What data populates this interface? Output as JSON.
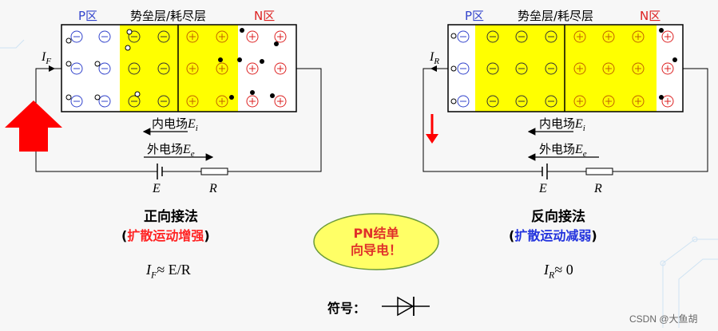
{
  "left": {
    "p_region": "P区",
    "depletion": "势垒层/耗尽层",
    "n_region": "N区",
    "current_label": "I",
    "current_sub": "F",
    "inner_field": "内电场",
    "inner_sym": "E",
    "inner_sub": "i",
    "outer_field": "外电场",
    "outer_sym": "E",
    "outer_sub": "e",
    "battery": "E",
    "resistor": "R",
    "mode": "正向接法",
    "desc_open": "(",
    "desc_text": "扩散运动增强",
    "desc_close": ")",
    "formula_i": "I",
    "formula_sub": "F",
    "formula_rest": "≈ E/R",
    "big_arrow_direction": "up",
    "big_arrow_color": "#ff0000"
  },
  "right": {
    "p_region": "P区",
    "depletion": "势垒层/耗尽层",
    "n_region": "N区",
    "current_label": "I",
    "current_sub": "R",
    "inner_field": "内电场",
    "inner_sym": "E",
    "inner_sub": "i",
    "outer_field": "外电场",
    "outer_sym": "E",
    "outer_sub": "e",
    "battery": "E",
    "resistor": "R",
    "mode": "反向接法",
    "desc_open": "(",
    "desc_text": "扩散运动减弱",
    "desc_close": ")",
    "formula_i": "I",
    "formula_sub": "R",
    "formula_rest": "≈ 0",
    "small_arrow_direction": "down",
    "small_arrow_color": "#ff0000"
  },
  "center": {
    "line1": "PN结单",
    "line2": "向导电！",
    "fill": "#ffff66"
  },
  "symbol_label": "符号：",
  "watermark": "CSDN @大鱼胡",
  "colors": {
    "p_text": "#3344cc",
    "n_text": "#dd2222",
    "depletion_fill": "#ffff00",
    "desc_left": "#ff2222",
    "desc_right": "#2233dd"
  }
}
